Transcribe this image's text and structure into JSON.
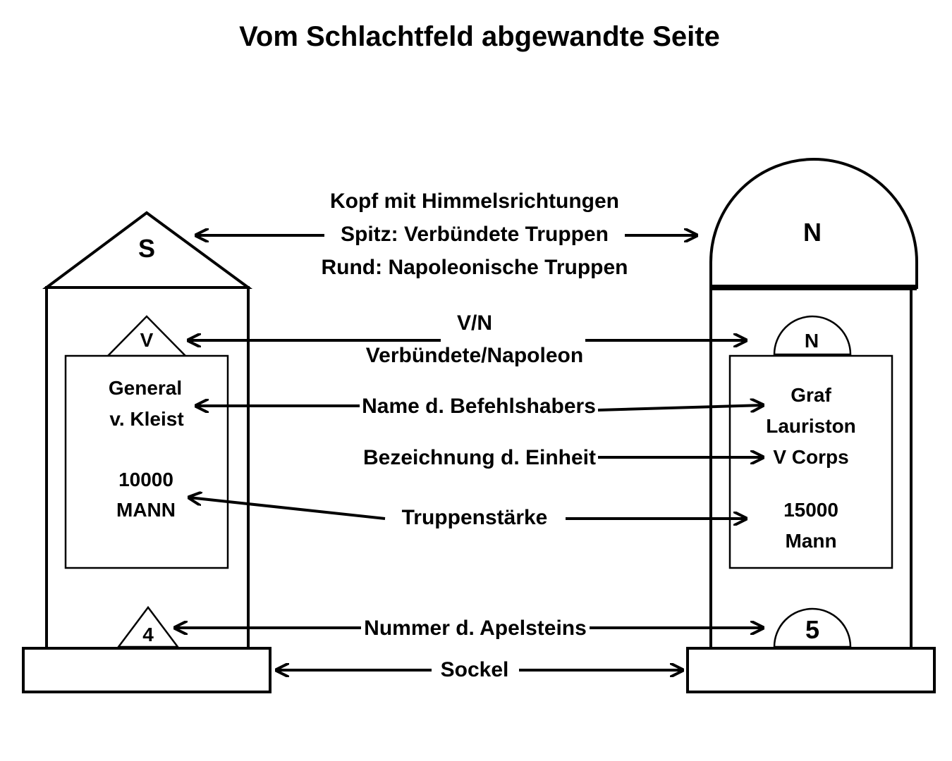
{
  "title": "Vom Schlachtfeld abgewandte Seite",
  "labels": {
    "head_line1": "Kopf mit Himmelsrichtungen",
    "head_line2": "Spitz: Verbündete Truppen",
    "head_line3": "Rund: Napoleonische Truppen",
    "vn_line1": "V/N",
    "vn_line2": "Verbündete/Napoleon",
    "commander": "Name d. Befehlshabers",
    "unit": "Bezeichnung d. Einheit",
    "strength": "Truppenstärke",
    "number": "Nummer d. Apelsteins",
    "base": "Sockel"
  },
  "left_stone": {
    "head_letter": "S",
    "side_mark": "V",
    "commander_line1": "General",
    "commander_line2": "v. Kleist",
    "strength_line1": "10000",
    "strength_line2": "MANN",
    "number": "4"
  },
  "right_stone": {
    "head_letter": "N",
    "side_mark": "N",
    "commander_line1": "Graf",
    "commander_line2": "Lauriston",
    "unit": "V Corps",
    "strength_line1": "15000",
    "strength_line2": "Mann",
    "number": "5"
  }
}
